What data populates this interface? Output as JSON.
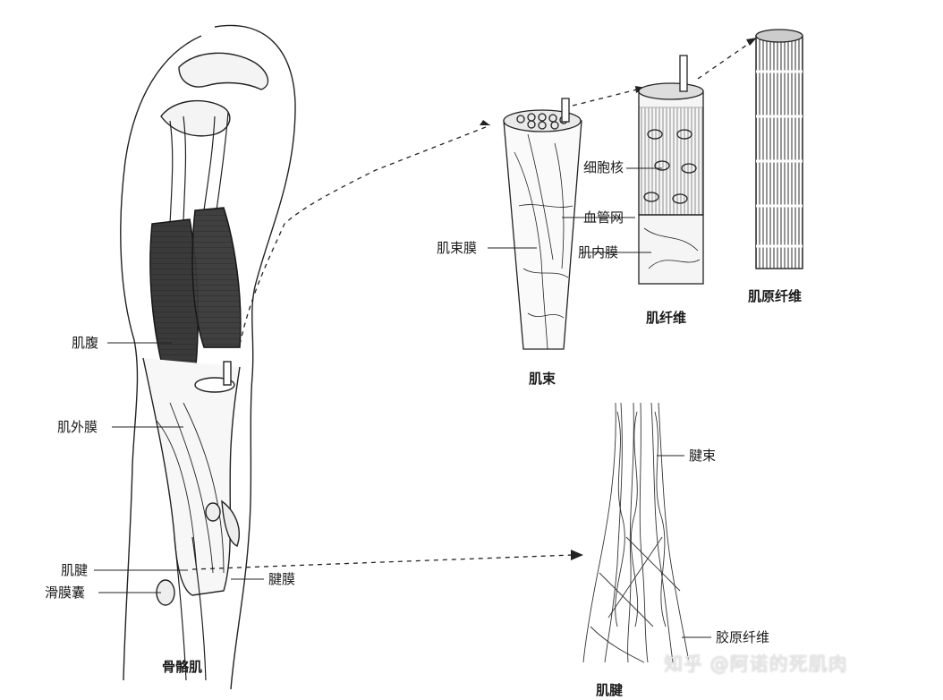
{
  "labels": {
    "muscle_belly": "肌腹",
    "epimysium": "肌外膜",
    "tendon": "肌腱",
    "bursa": "滑膜囊",
    "peritendon": "腱膜",
    "skeletal_muscle": "骨骼肌",
    "perimysium": "肌束膜",
    "fascicle": "肌束",
    "nucleus": "细胞核",
    "capillary_network": "血管网",
    "endomysium": "肌内膜",
    "muscle_fiber": "肌纤维",
    "myofibril": "肌原纤维",
    "tendon_bundle": "腱束",
    "collagen_fiber": "胶原纤维",
    "tendon_caption": "肌腱"
  },
  "watermark": "知乎 @阿诺的死肌肉"
}
